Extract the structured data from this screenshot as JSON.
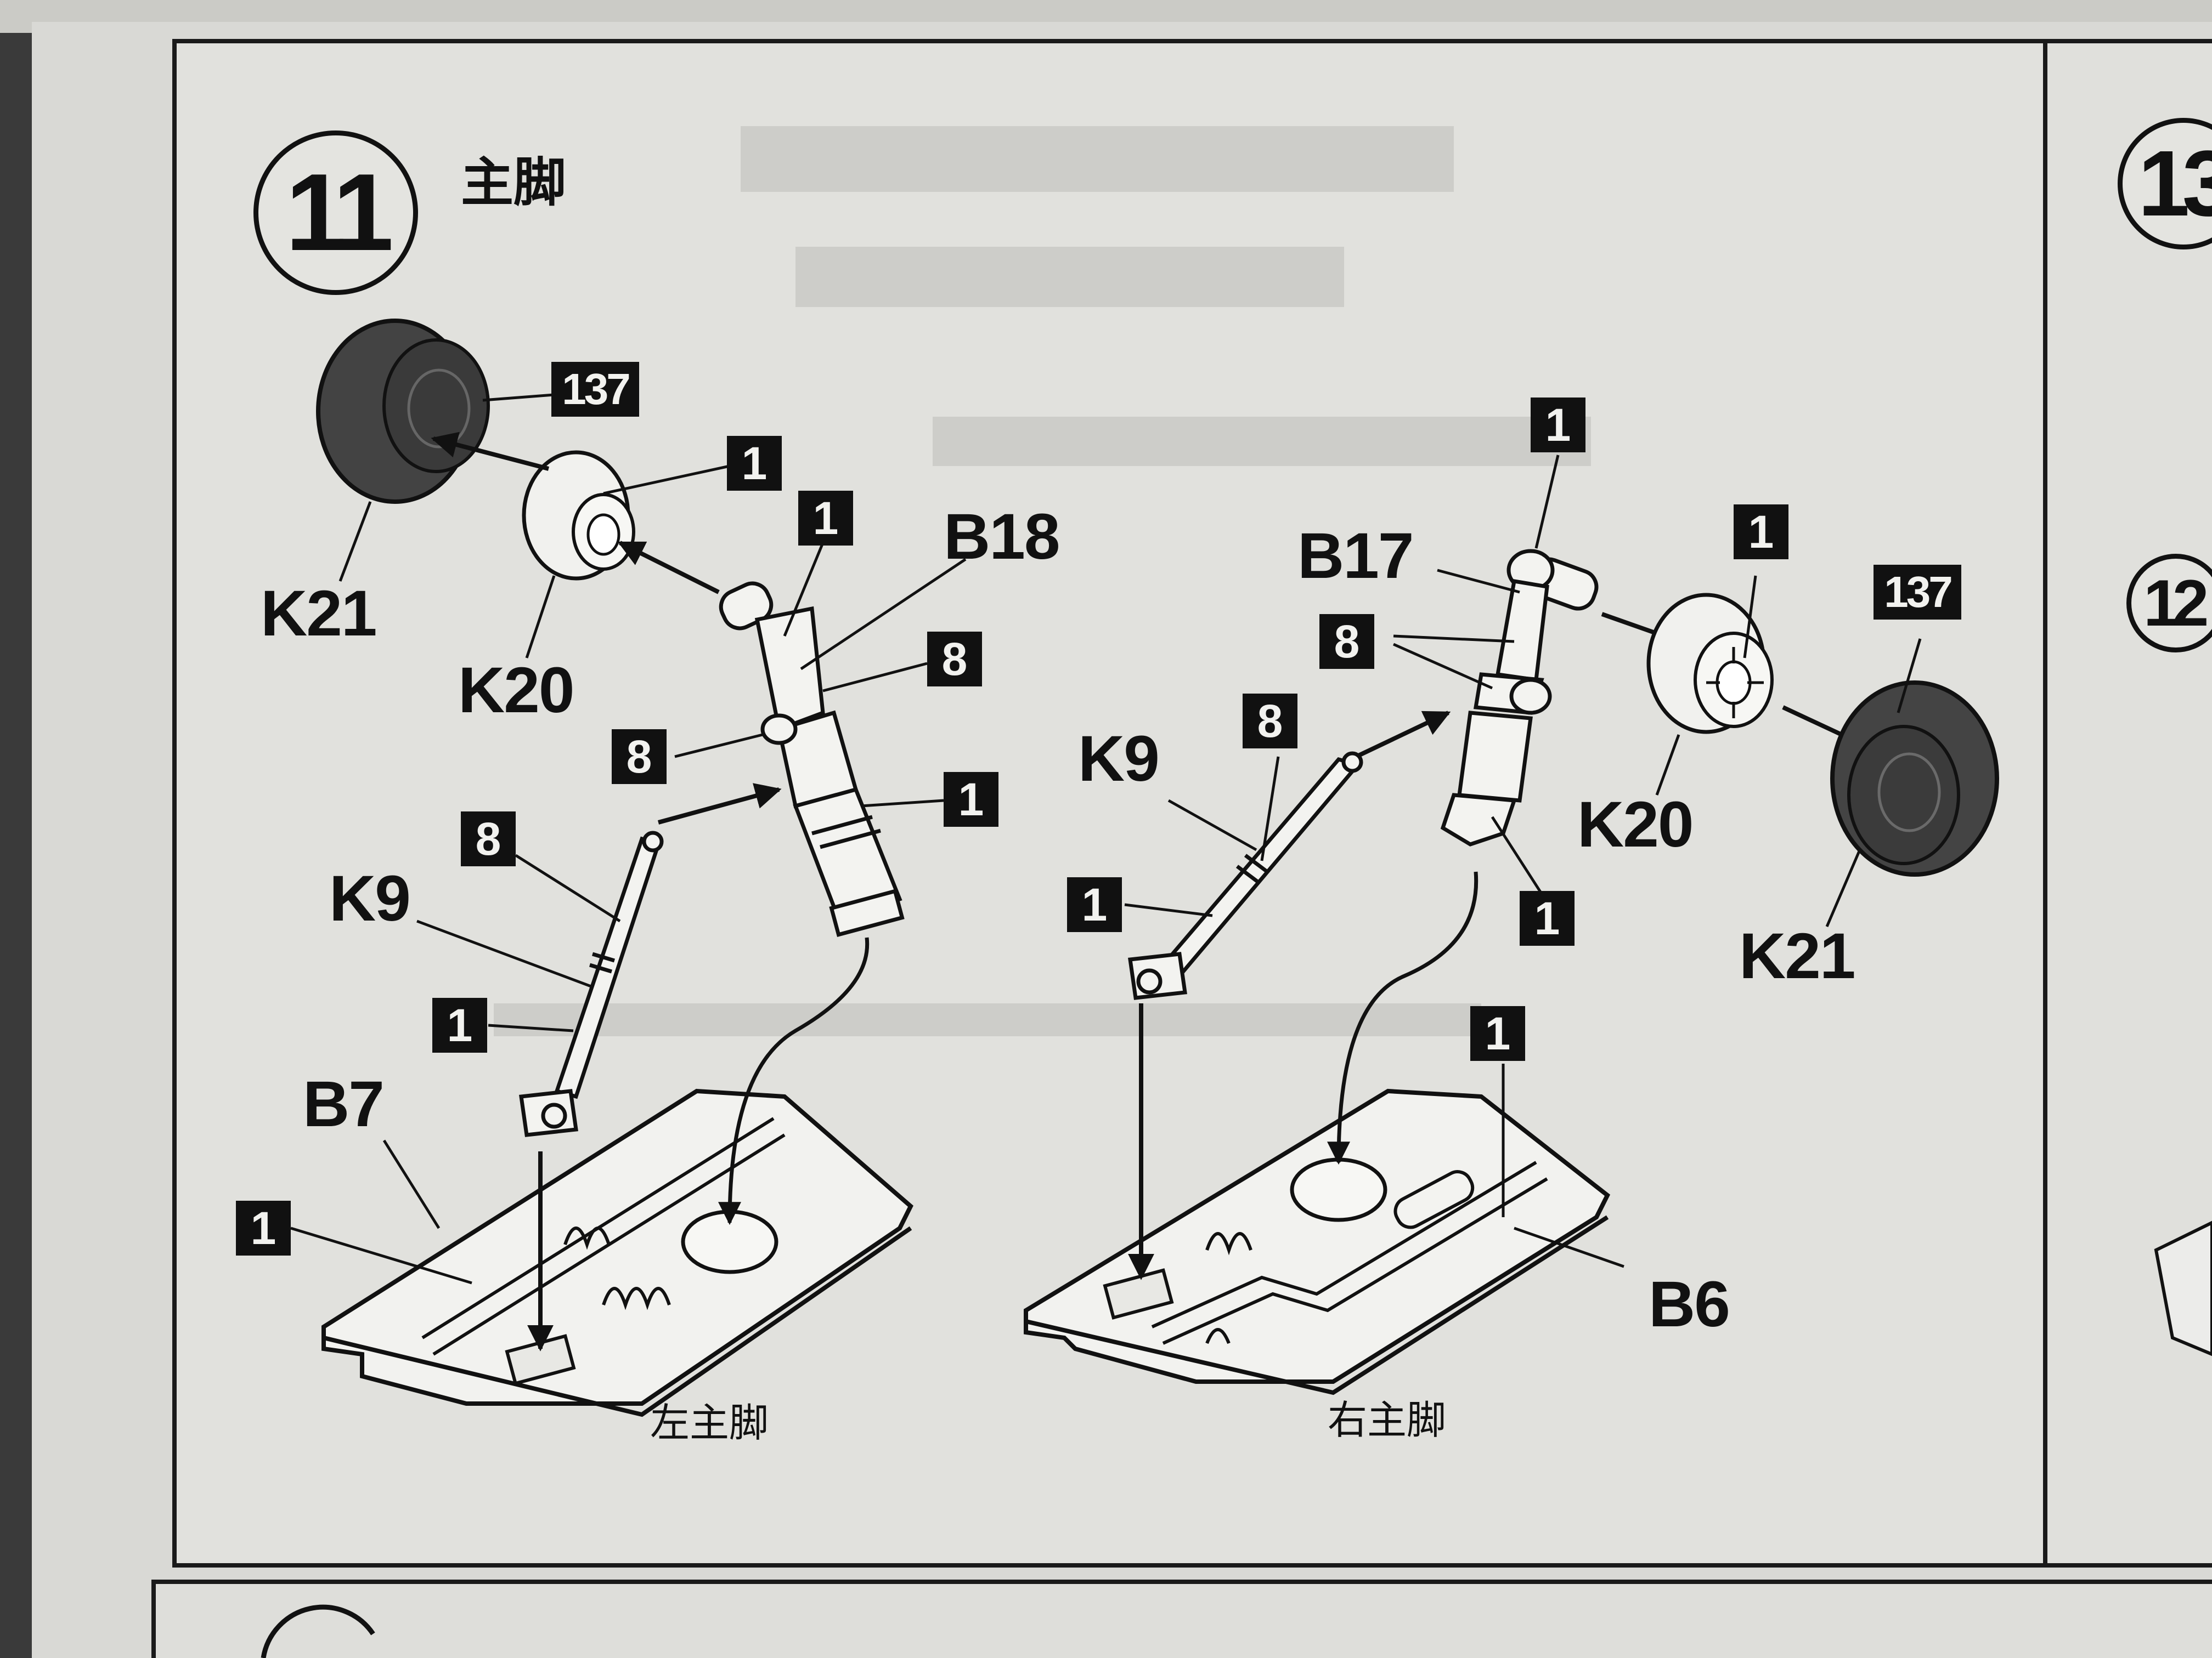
{
  "step": {
    "number": "11",
    "title": "主脚"
  },
  "side_steps": {
    "upper": "13",
    "lower": "12"
  },
  "paint_codes": {
    "wheel": "1",
    "tire": "137",
    "joint": "8"
  },
  "left_gear": {
    "caption": "左主脚",
    "parts": {
      "tire": "K21",
      "wheel": "K20",
      "strut": "B18",
      "retract_arm": "K9",
      "bay": "B7"
    }
  },
  "right_gear": {
    "caption": "右主脚",
    "parts": {
      "tire": "K21",
      "wheel": "K20",
      "strut": "B17",
      "retract_arm": "K9",
      "bay": "B6"
    }
  }
}
